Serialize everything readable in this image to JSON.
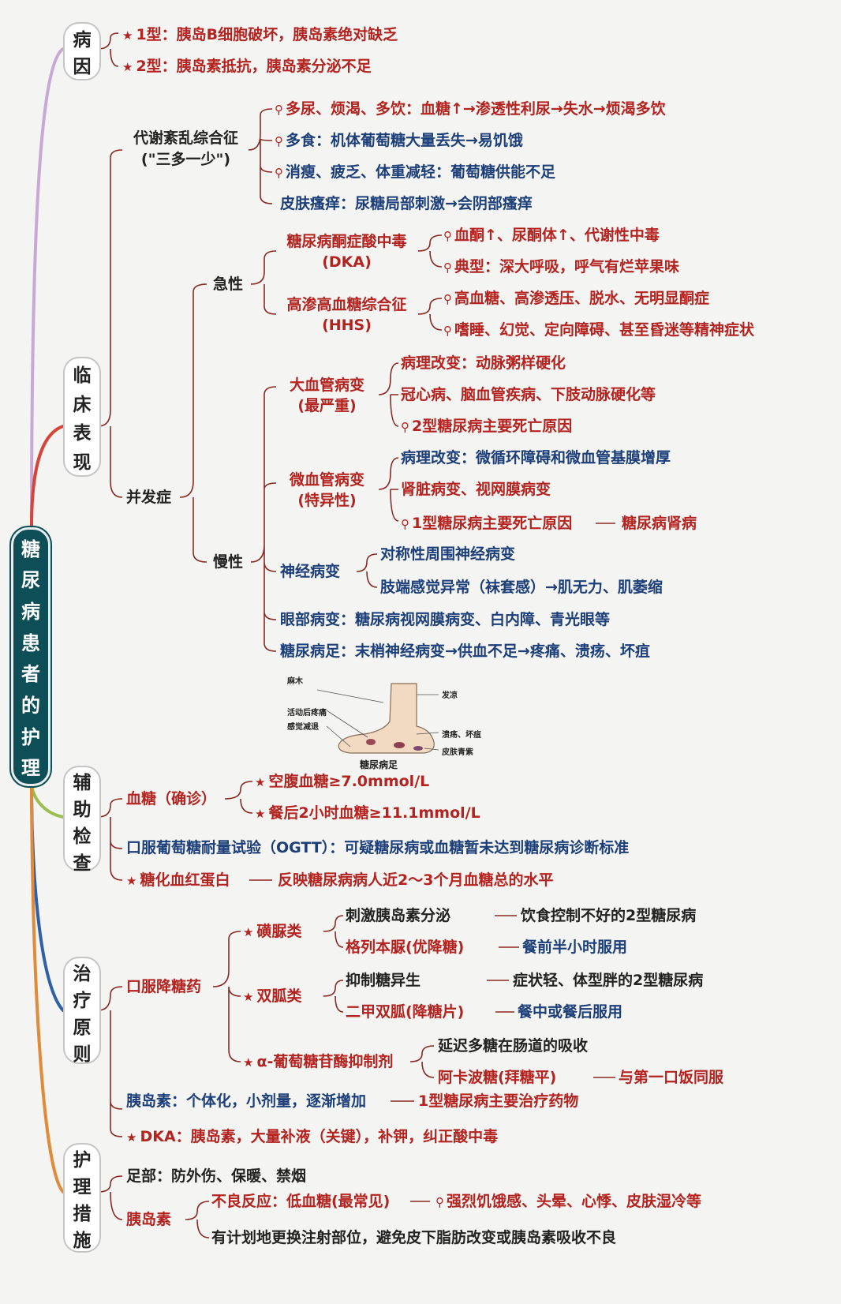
{
  "root": [
    "糖",
    "尿",
    "病",
    "患",
    "者",
    "的",
    "护",
    "理"
  ],
  "sections": {
    "cause": [
      "病",
      "因"
    ],
    "clinical": [
      "临",
      "床",
      "表",
      "现"
    ],
    "exam": [
      "辅",
      "助",
      "检",
      "查"
    ],
    "treat": [
      "治",
      "疗",
      "原",
      "则"
    ],
    "care": [
      "护",
      "理",
      "措",
      "施"
    ]
  },
  "cause": {
    "type1": "1型：胰岛B细胞破坏，胰岛素绝对缺乏",
    "type2": "2型：胰岛素抵抗，胰岛素分泌不足"
  },
  "clinical": {
    "metabolic": {
      "title": "代谢紊乱综合征",
      "subtitle": "(\"三多一少\")",
      "items": [
        "多尿、烦渴、多饮：血糖↑→渗透性利尿→失水→烦渴多饮",
        "多食：机体葡萄糖大量丢失→易饥饿",
        "消瘦、疲乏、体重减轻：葡萄糖供能不足",
        "皮肤瘙痒：尿糖局部刺激→会阴部瘙痒"
      ]
    },
    "complication": "并发症",
    "acute": {
      "label": "急性",
      "dka": {
        "name": "糖尿病酮症酸中毒",
        "abbr": "(DKA)",
        "items": [
          "血酮↑、尿酮体↑、代谢性中毒",
          "典型：深大呼吸，呼气有烂苹果味"
        ]
      },
      "hhs": {
        "name": "高渗高血糖综合征",
        "abbr": "(HHS)",
        "items": [
          "高血糖、高渗透压、脱水、无明显酮症",
          "嗜睡、幻觉、定向障碍、甚至昏迷等精神症状"
        ]
      }
    },
    "chronic": {
      "label": "慢性",
      "macro": {
        "name": "大血管病变",
        "sub": "(最严重)",
        "items": [
          "病理改变：动脉粥样硬化",
          "冠心病、脑血管疾病、下肢动脉硬化等",
          "2型糖尿病主要死亡原因"
        ]
      },
      "micro": {
        "name": "微血管病变",
        "sub": "(特异性)",
        "items": [
          "病理改变：微循环障碍和微血管基膜增厚",
          "肾脏病变、视网膜病变",
          "1型糖尿病主要死亡原因",
          "糖尿病肾病"
        ]
      },
      "neuro": {
        "name": "神经病变",
        "items": [
          "对称性周围神经病变",
          "肢端感觉异常（袜套感）→肌无力、肌萎缩"
        ]
      },
      "eye": "眼部病变：糖尿病视网膜病变、白内障、青光眼等",
      "foot": "糖尿病足：末梢神经病变→供血不足→疼痛、溃疡、坏疽",
      "foot_labels": {
        "numb": "麻木",
        "pain": "活动后疼痛",
        "sense": "感觉减退",
        "cold": "发凉",
        "ulcer": "溃疡、坏疽",
        "purple": "皮肤青紫",
        "caption": "糖尿病足"
      }
    }
  },
  "exam": {
    "glucose": "血糖（确诊）",
    "fasting": "空腹血糖≥7.0mmol/L",
    "post": "餐后2小时血糖≥11.1mmol/L",
    "ogtt": "口服葡萄糖耐量试验（OGTT）：可疑糖尿病或血糖暂未达到糖尿病诊断标准",
    "hba1c": "糖化血红蛋白",
    "hba1c_desc": "反映糖尿病病人近2～3个月血糖总的水平"
  },
  "treat": {
    "oral": "口服降糖药",
    "su": {
      "name": "磺脲类",
      "a": "刺激胰岛素分泌",
      "a2": "饮食控制不好的2型糖尿病",
      "b": "格列本脲(优降糖)",
      "b2": "餐前半小时服用"
    },
    "bg": {
      "name": "双胍类",
      "a": "抑制糖异生",
      "a2": "症状轻、体型胖的2型糖尿病",
      "b": "二甲双胍(降糖片)",
      "b2": "餐中或餐后服用"
    },
    "ag": {
      "name": "α-葡萄糖苷酶抑制剂",
      "a": "延迟多糖在肠道的吸收",
      "b": "阿卡波糖(拜糖平)",
      "b2": "与第一口饭同服"
    },
    "insulin": "胰岛素：个体化，小剂量，逐渐增加",
    "insulin2": "1型糖尿病主要治疗药物",
    "dka": "DKA：胰岛素，大量补液（关键），补钾，纠正酸中毒"
  },
  "care": {
    "foot": "足部：防外伤、保暖、禁烟",
    "insulin": "胰岛素",
    "adverse": "不良反应：低血糖(最常见)",
    "adverse2": "强烈饥饿感、头晕、心悸、皮肤湿冷等",
    "site": "有计划地更换注射部位，避免皮下脂肪改变或胰岛素吸收不良"
  },
  "colors": {
    "red": "#b3231f",
    "blue": "#1c3f7a",
    "root": "#0e4f57",
    "line": "#8b2a22"
  }
}
